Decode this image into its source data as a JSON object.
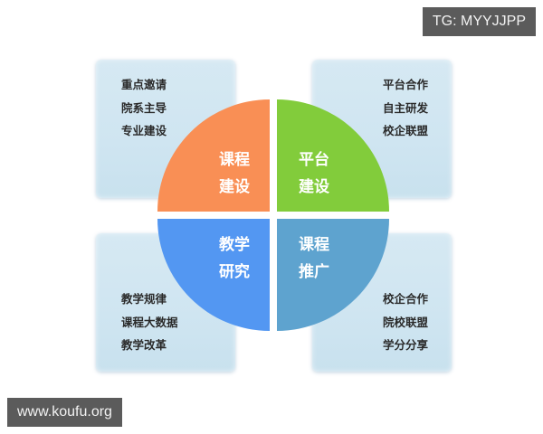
{
  "diagram": {
    "quadrants": [
      {
        "id": "top-left",
        "label_line1": "课程",
        "label_line2": "建设",
        "color": "#f98f55",
        "items": [
          "重点邀请",
          "院系主导",
          "专业建设"
        ]
      },
      {
        "id": "top-right",
        "label_line1": "平台",
        "label_line2": "建设",
        "color": "#82cc3b",
        "items": [
          "平台合作",
          "自主研发",
          "校企联盟"
        ]
      },
      {
        "id": "bottom-left",
        "label_line1": "教学",
        "label_line2": "研究",
        "color": "#5397f2",
        "items": [
          "教学规律",
          "课程大数据",
          "教学改革"
        ]
      },
      {
        "id": "bottom-right",
        "label_line1": "课程",
        "label_line2": "推广",
        "color": "#5ea3cf",
        "items": [
          "校企合作",
          "院校联盟",
          "学分分享"
        ]
      }
    ],
    "box_color": "#d3e7f2"
  },
  "watermarks": {
    "top_right": "TG: MYYJJPP",
    "bottom_left": "www.koufu.org"
  }
}
